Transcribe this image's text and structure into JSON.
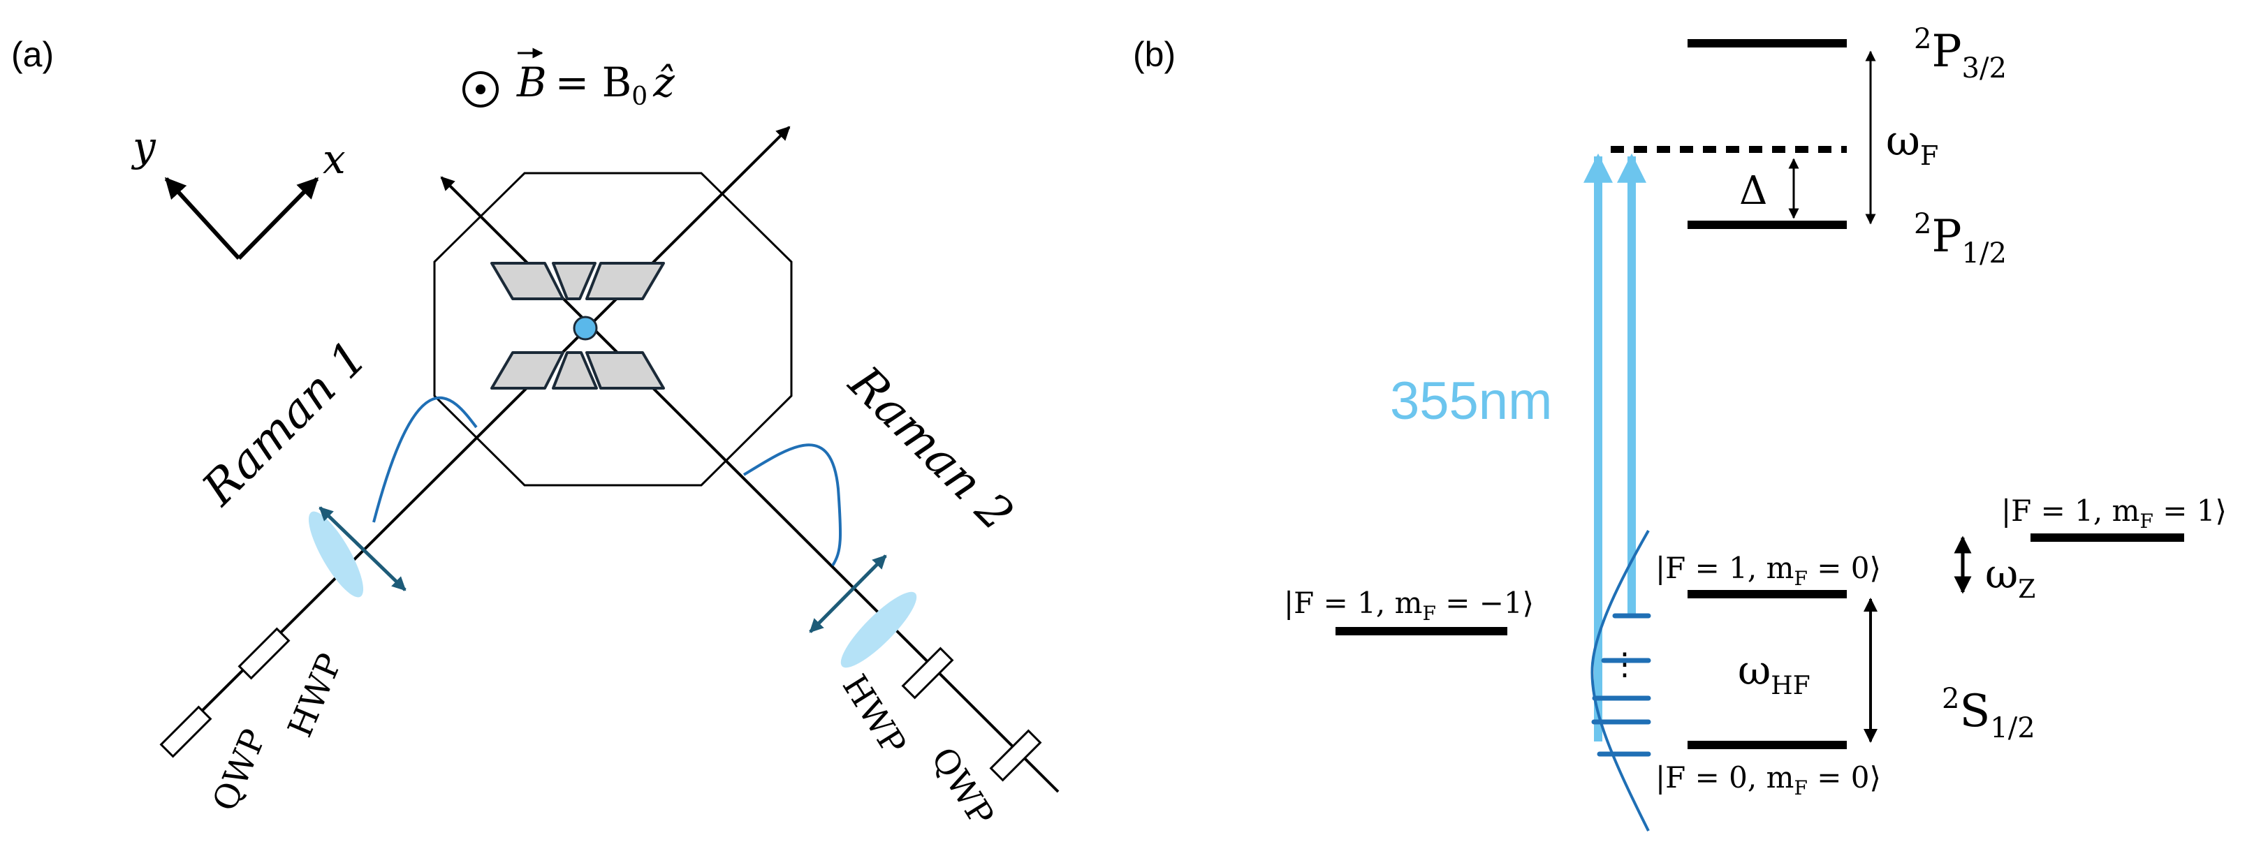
{
  "panel_a": {
    "label": "(a)",
    "b_field": {
      "b": "B",
      "rhs": "= B",
      "sub": "0",
      "z": "ẑ"
    },
    "axes": {
      "x": "x",
      "y": "y"
    },
    "raman1": "Raman 1",
    "raman2": "Raman 2",
    "hwp": "HWP",
    "qwp": "QWP"
  },
  "panel_b": {
    "label": "(b)",
    "p32": {
      "sup": "2",
      "main": "P",
      "sub": "3/2"
    },
    "p12": {
      "sup": "2",
      "main": "P",
      "sub": "1/2"
    },
    "s12": {
      "sup": "2",
      "main": "S",
      "sub": "1/2"
    },
    "omega_f": {
      "main": "ω",
      "sub": "F"
    },
    "delta": "Δ",
    "wavelength": "355nm",
    "omega_z": {
      "main": "ω",
      "sub": "Z"
    },
    "omega_hf": {
      "main": "ω",
      "sub": "HF"
    },
    "ellipsis": "⋮",
    "states": {
      "f1_p1": {
        "a": "|F = 1, m",
        "sub": "F",
        "b": " = 1⟩"
      },
      "f1_0": {
        "a": "|F = 1, m",
        "sub": "F",
        "b": " = 0⟩"
      },
      "f1_m1": {
        "a": "|F = 1, m",
        "sub": "F",
        "b": " = −1⟩"
      },
      "f0_0": {
        "a": "|F = 0, m",
        "sub": "F",
        "b": " = 0⟩"
      }
    }
  },
  "colors": {
    "beam": "#6cc5ee",
    "beam_light": "#b5e2f7",
    "pulse": "#1f6fb5",
    "arrow_dark": "#1d5b78",
    "ion": "#5ab8ea",
    "electrode": "#d4d4d4"
  }
}
